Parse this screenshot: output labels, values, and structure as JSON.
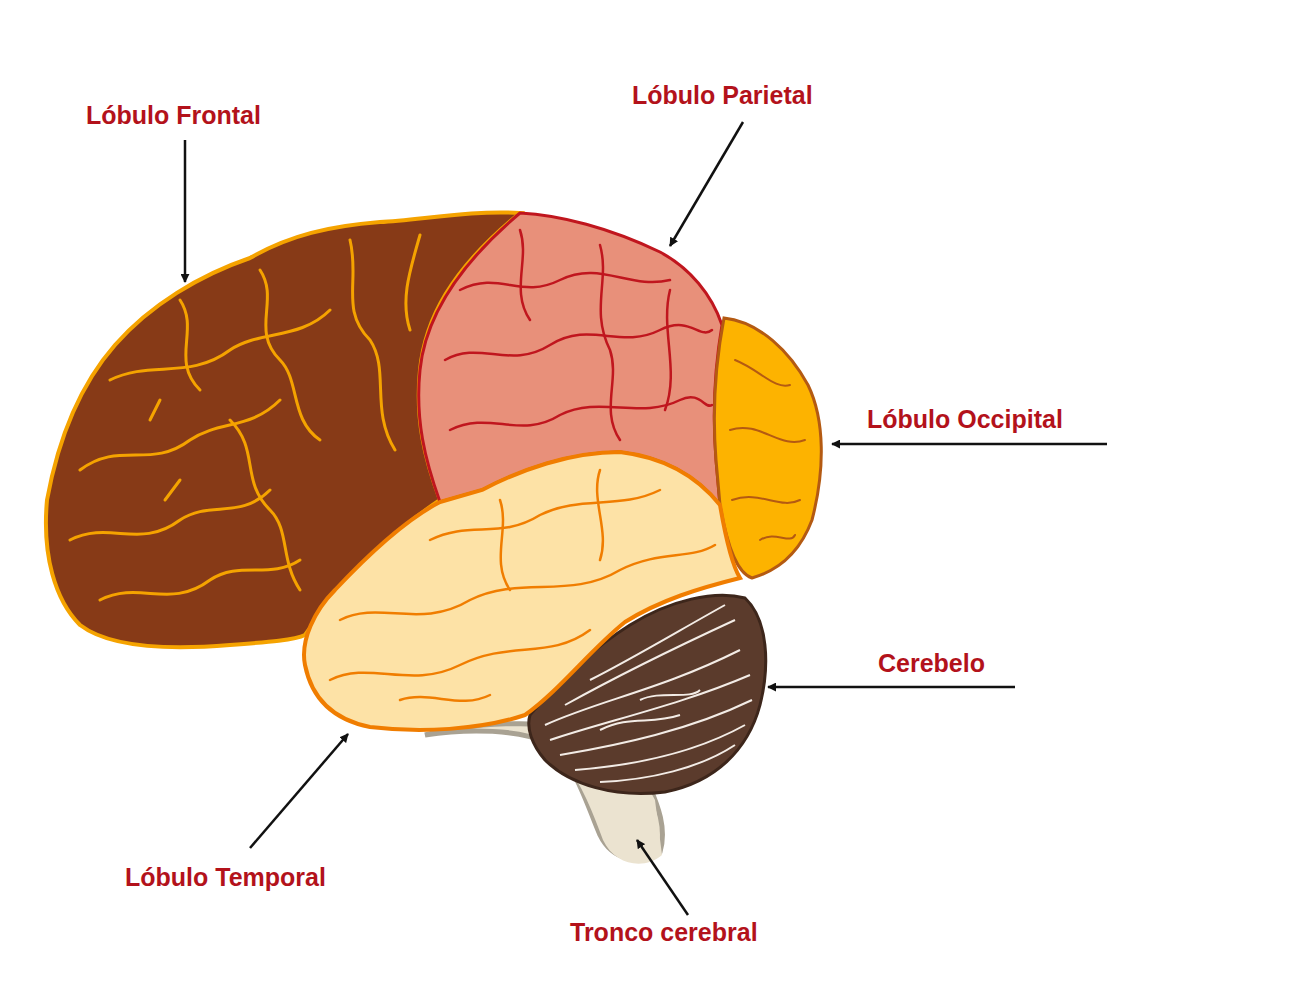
{
  "diagram": {
    "labels": [
      "Lóbulo Frontal",
      "Lóbulo Parietal",
      "Lóbulo Occipital",
      "Cerebelo",
      "Lóbulo Temporal",
      "Tronco cerebral"
    ]
  }
}
